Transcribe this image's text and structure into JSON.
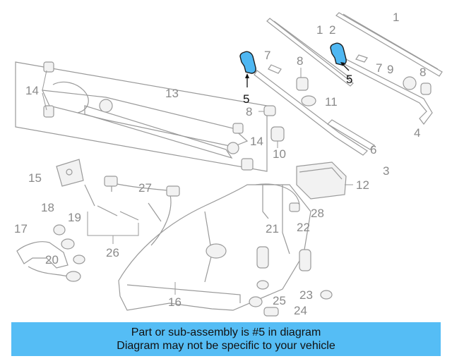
{
  "callouts": {
    "c1": "1",
    "c2": "2",
    "c3": "3",
    "c4": "4",
    "c5a": "5",
    "c5b": "5",
    "c6": "6",
    "c7a": "7",
    "c7b": "7",
    "c8a": "8",
    "c8b": "8",
    "c8c": "8",
    "c9": "9",
    "c10": "10",
    "c11": "11",
    "c12": "12",
    "c13": "13",
    "c14a": "14",
    "c14b": "14",
    "c15": "15",
    "c16": "16",
    "c17": "17",
    "c18": "18",
    "c19": "19",
    "c20": "20",
    "c21": "21",
    "c22": "22",
    "c23": "23",
    "c24": "24",
    "c25": "25",
    "c26": "26",
    "c27": "27",
    "c28": "28"
  },
  "highlight_color": "#4fb7f2",
  "banner": {
    "color": "#55bdf5",
    "line1": "Part or sub-assembly is #5 in diagram",
    "line2": "Diagram may not be specific to your vehicle"
  }
}
